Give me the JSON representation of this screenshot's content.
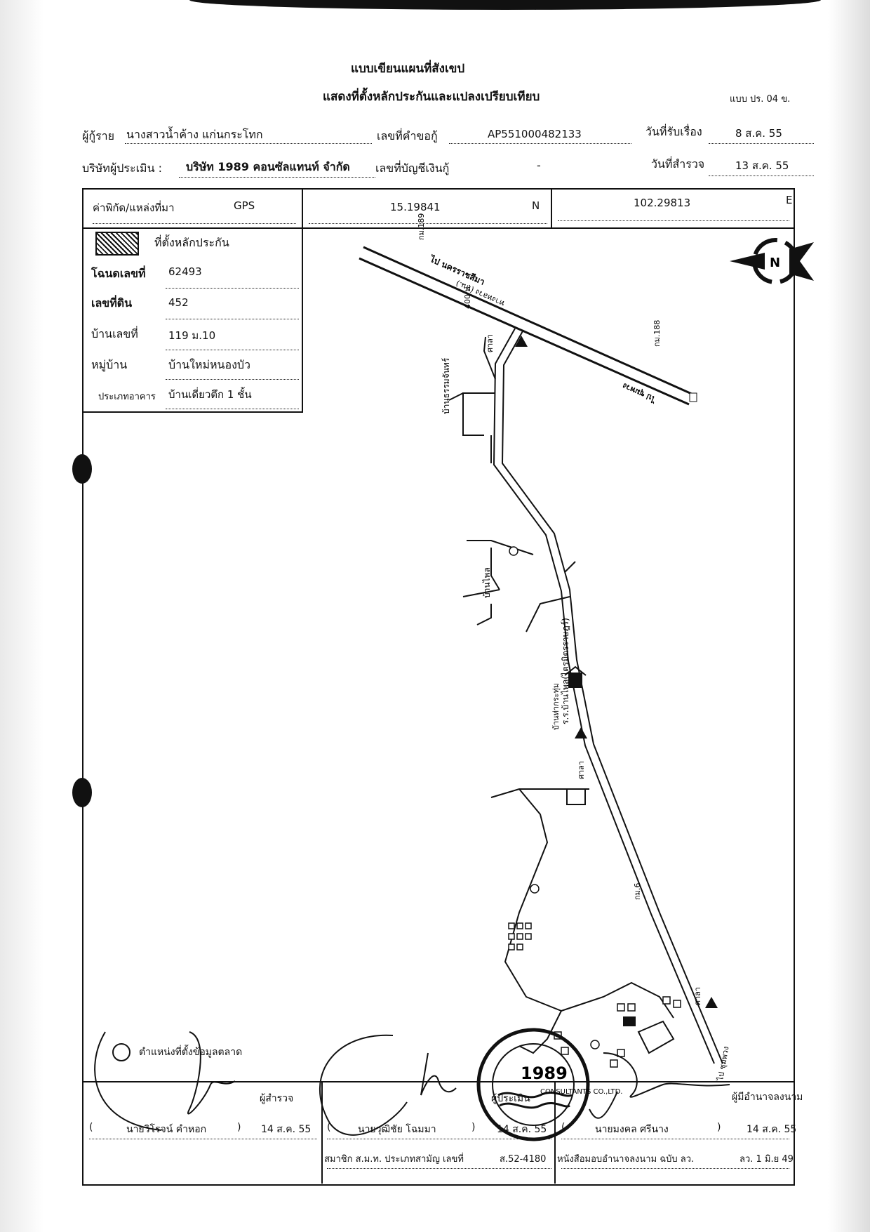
{
  "header": {
    "title_line1": "แบบเขียนแผนที่สังเขป",
    "title_line2": "แสดงที่ตั้งหลักประกันและแปลงเปรียบเทียบ",
    "form_code": "แบบ ปร. 04 ข."
  },
  "info": {
    "borrower_label": "ผู้กู้ราย",
    "borrower_value": "นางสาวน้ำค้าง  แก่นกระโทก",
    "request_no_label": "เลขที่คำขอกู้",
    "request_no_value": "AP551000482133",
    "received_date_label": "วันที่รับเรื่อง",
    "received_date_value": "8 ส.ค. 55",
    "appraiser_label": "บริษัทผู้ประเมิน :",
    "appraiser_value": "บริษัท 1989 คอนซัลแทนท์ จำกัด",
    "account_no_label": "เลขที่บัญชีเงินกู้",
    "account_no_value": "-",
    "survey_date_label": "วันที่สำรวจ",
    "survey_date_value": "13 ส.ค. 55"
  },
  "coords": {
    "source_label": "ค่าพิกัด/แหล่งที่มา",
    "source_value": "GPS",
    "lat_value": "15.19841",
    "lat_dir": "N",
    "lon_value": "102.29813",
    "lon_dir": "E"
  },
  "legend": {
    "collateral_label": "ที่ตั้งหลักประกัน",
    "deed_no_label": "โฉนดเลขที่",
    "deed_no_value": "62493",
    "land_no_label": "เลขที่ดิน",
    "land_no_value": "452",
    "house_no_label": "บ้านเลขที่",
    "house_no_value": "119 ม.10",
    "village_label": "หมู่บ้าน",
    "village_value": "บ้านใหม่หนองบัว",
    "building_type_label": "ประเภทอาคาร",
    "building_type_value": "บ้านเดี่ยวตึก 1 ชั้น",
    "market_data_label": "ตำแหน่งที่ตั้งข้อมูลตลาด"
  },
  "map_labels": {
    "road_top": "ทางหลวง (หน.)",
    "to_left": "ไป นครราชสีมา",
    "to_right": "ไป ชุมพวง",
    "km_189": "กม.189",
    "km_188": "กม.188",
    "dist_400": "400 ม.",
    "village_a": "บ้านธรรมจันทร์",
    "village_b": "บ้านไพล",
    "school": "ร.ร.บ้านไพล(ไตรมิตรราษฎร์)",
    "village_c": "บ้านท่ากระทุ่ม",
    "sala1": "ศาลา",
    "sala2": "ศาลา",
    "sala3": "ศาลา",
    "km_6": "กม.6",
    "to_bottom": "ไป ชุมพวง"
  },
  "signatures": {
    "surveyor_role": "ผู้สำรวจ",
    "surveyor_name": "นายวิโรจน์  คำหอก",
    "surveyor_date": "14 ส.ค. 55",
    "appraiser_role": "ผู้ประเมิน",
    "appraiser_name": "นายวุฒิชัย  โฉมมา",
    "appraiser_date": "14 ส.ค. 55",
    "authorized_role": "ผู้มีอำนาจลงนาม",
    "authorized_name": "นายมงคล  ศรีนาง",
    "authorized_date": "14 ส.ค. 55",
    "member_text": "สมาชิก ส.ม.ท. ประเภทสามัญ เลขที่",
    "member_no": "ส.52-4180",
    "auth_letter_text": "หนังสือมอบอำนาจลงนาม ฉบับ ลว.",
    "auth_letter_date": "ลว. 1 มิ.ย 49",
    "open_paren": "(",
    "close_paren": ")"
  },
  "stamp": {
    "center_text": "1989",
    "ring_text": "CONSULTANTS CO.,LTD."
  }
}
